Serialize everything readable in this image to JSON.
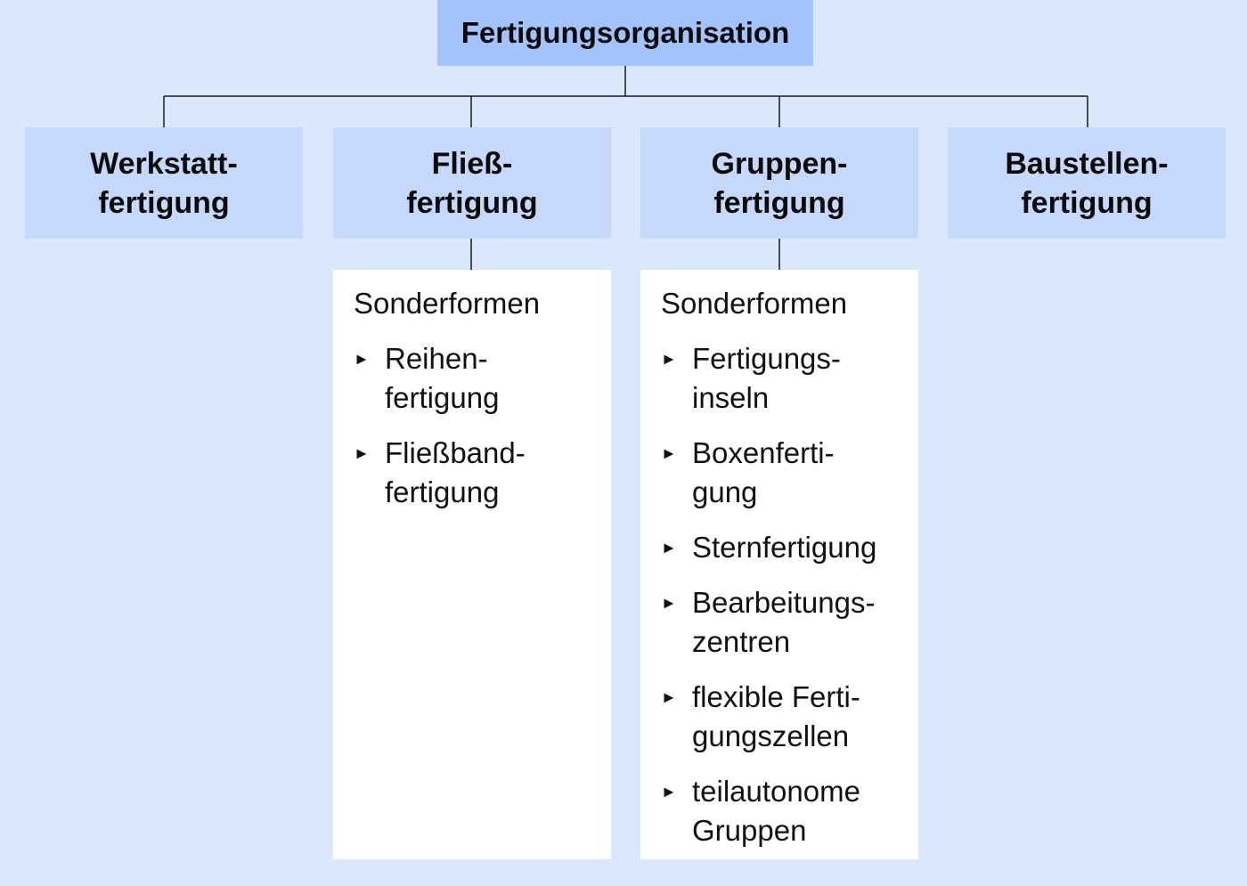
{
  "diagram": {
    "root": {
      "label": "Fertigungsorganisation"
    },
    "categories": [
      {
        "line1": "Werkstatt-",
        "line2": "fertigung"
      },
      {
        "line1": "Fließ-",
        "line2": "fertigung"
      },
      {
        "line1": "Gruppen-",
        "line2": "fertigung"
      },
      {
        "line1": "Baustellen-",
        "line2": "fertigung"
      }
    ],
    "panels": [
      {
        "title": "Sonderformen",
        "items": [
          {
            "line1": "Reihen-",
            "line2": "fertigung"
          },
          {
            "line1": "Fließband-",
            "line2": "fertigung"
          }
        ]
      },
      {
        "title": "Sonderformen",
        "items": [
          {
            "line1": "Fertigungs-",
            "line2": "inseln"
          },
          {
            "line1": "Boxenferti-",
            "line2": "gung"
          },
          {
            "line1": "Sternfertigung",
            "line2": ""
          },
          {
            "line1": "Bearbeitungs-",
            "line2": "zentren"
          },
          {
            "line1": "flexible Ferti-",
            "line2": "gungszellen"
          },
          {
            "line1": "teilautonome",
            "line2": "Gruppen"
          }
        ]
      }
    ],
    "bullet_icon": "triangle-right-icon",
    "colors": {
      "background": "#dbe7fd",
      "root_fill": "#a4c2fb",
      "category_fill": "#c6d9fc",
      "panel_fill": "#ffffff",
      "line": "#1a1a1a"
    }
  }
}
